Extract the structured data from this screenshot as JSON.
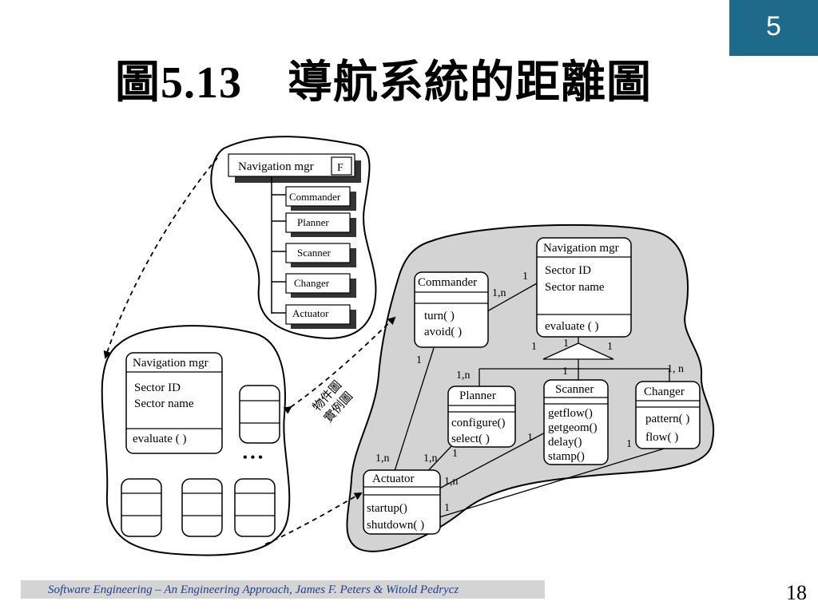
{
  "slide": {
    "chapter_number": "5",
    "title": "圖5.13　導航系統的距離圖",
    "footer": "Software Engineering – An Engineering Approach, James F. Peters & Witold Pedrycz",
    "page_number": "18"
  },
  "diagram": {
    "hierarchy": {
      "root": "Navigation mgr",
      "root_badge": "F",
      "children": [
        "Commander",
        "Planner",
        "Scanner",
        "Changer",
        "Actuator"
      ]
    },
    "instance_view": {
      "class_name": "Navigation mgr",
      "attributes": [
        "Sector ID",
        "Sector name"
      ],
      "operations": [
        "evaluate ( )"
      ],
      "ellipsis": "• • •"
    },
    "side_label": [
      "物件圖",
      "實例圖"
    ],
    "class_view": {
      "navigation_mgr": {
        "name": "Navigation mgr",
        "attributes": [
          "Sector ID",
          "Sector name"
        ],
        "operations": [
          "evaluate ( )"
        ]
      },
      "commander": {
        "name": "Commander",
        "operations": [
          "turn( )",
          "avoid( )"
        ]
      },
      "planner": {
        "name": "Planner",
        "operations": [
          "configure()",
          "select( )"
        ]
      },
      "scanner": {
        "name": "Scanner",
        "operations": [
          "getflow()",
          "getgeom()",
          "delay()",
          "stamp()"
        ]
      },
      "changer": {
        "name": "Changer",
        "operations": [
          "pattern( )",
          "flow( )"
        ]
      },
      "actuator": {
        "name": "Actuator",
        "operations": [
          "startup()",
          "shutdown( )"
        ]
      }
    },
    "multiplicities": {
      "cmd_nav_one": "1",
      "cmd_nav_many": "1,n",
      "nav_tri_left": "1",
      "nav_tri_mid": "1",
      "nav_tri_right": "1",
      "tri_scanner": "1",
      "planner_many": "1,n",
      "changer_many": "1, n",
      "cmd_act_one": "1",
      "act_left_many": "1,n",
      "act_planner_many": "1,n",
      "planner_act_one": "1",
      "scanner_act_one": "1",
      "changer_act_one": "1",
      "act_scanner_many": "1,n",
      "act_changer_one": "1"
    }
  }
}
